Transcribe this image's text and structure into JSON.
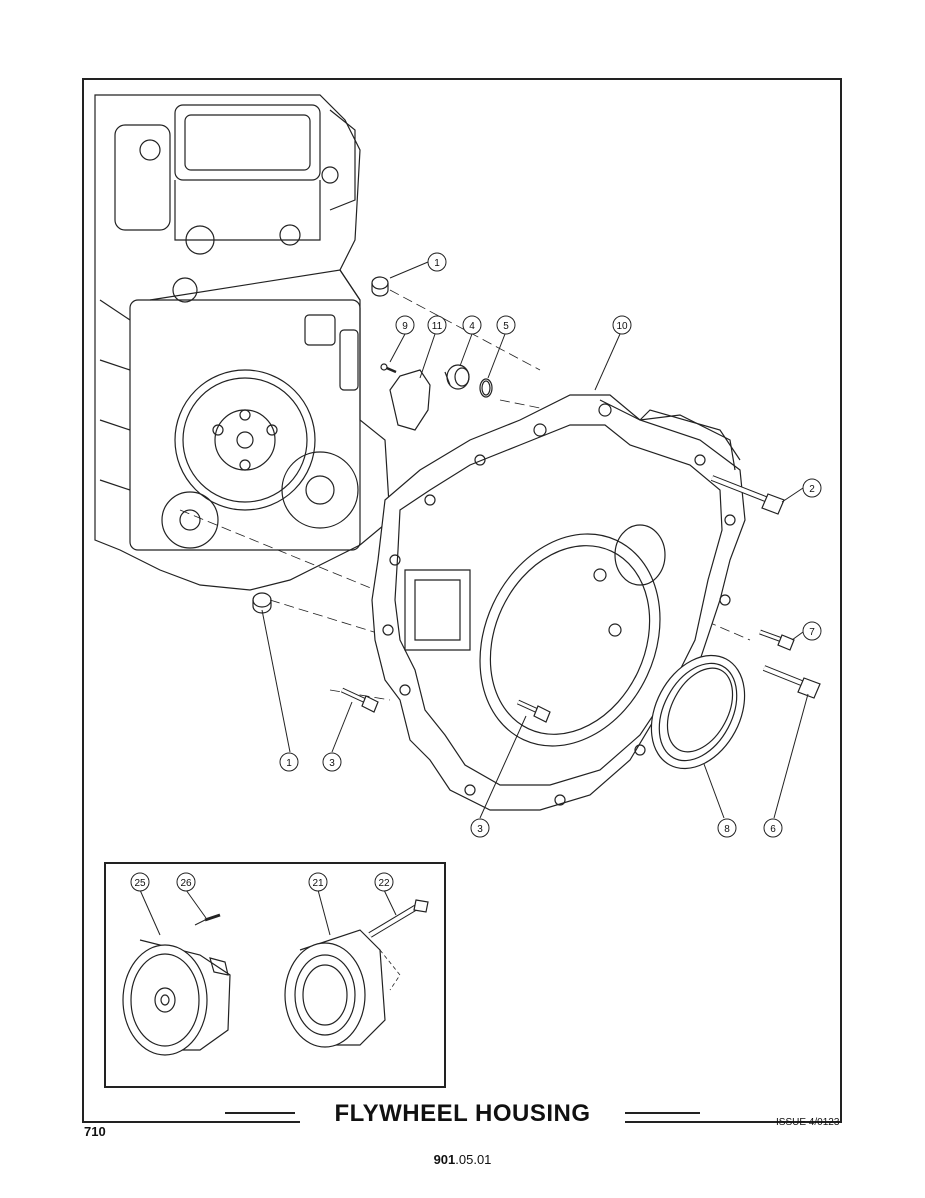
{
  "page": {
    "title": "FLYWHEEL HOUSING",
    "page_number": "710",
    "issue": "ISSUE 4/0123",
    "reference_bold": "901",
    "reference_rest": ".05.01"
  },
  "callouts": [
    {
      "id": "c1a",
      "label": "1"
    },
    {
      "id": "c9",
      "label": "9"
    },
    {
      "id": "c11",
      "label": "11"
    },
    {
      "id": "c4",
      "label": "4"
    },
    {
      "id": "c5",
      "label": "5"
    },
    {
      "id": "c10",
      "label": "10"
    },
    {
      "id": "c2",
      "label": "2"
    },
    {
      "id": "c7",
      "label": "7"
    },
    {
      "id": "c1b",
      "label": "1"
    },
    {
      "id": "c3a",
      "label": "3"
    },
    {
      "id": "c3b",
      "label": "3"
    },
    {
      "id": "c8",
      "label": "8"
    },
    {
      "id": "c6",
      "label": "6"
    },
    {
      "id": "c25",
      "label": "25"
    },
    {
      "id": "c26",
      "label": "26"
    },
    {
      "id": "c21",
      "label": "21"
    },
    {
      "id": "c22",
      "label": "22"
    }
  ]
}
